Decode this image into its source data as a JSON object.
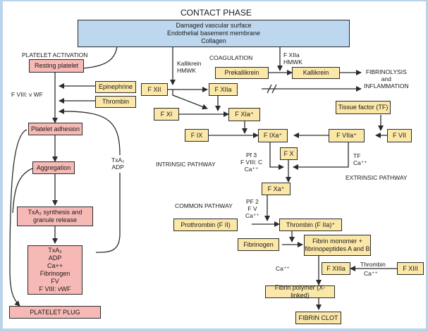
{
  "title": "CONTACT PHASE",
  "contact_box": {
    "line1": "Damaged vascular surface",
    "line2": "Endothelial basement membrane",
    "line3": "Collagen"
  },
  "section_labels": {
    "platelet_activation": "PLATELET ACTIVATION",
    "coagulation": "COAGULATION",
    "intrinsic": "INTRINSIC PATHWAY",
    "extrinsic": "EXTRINSIC PATHWAY",
    "common": "COMMON PATHWAY"
  },
  "platelet": {
    "resting": "Resting platelet",
    "epinephrine": "Epinephrine",
    "thrombin": "Thrombin",
    "fviii_vwf": "F VIII: v WF",
    "adhesion": "Platelet adhesion",
    "aggregation": "Aggregation",
    "txa2_adp": "TxA₂\nADP",
    "txa2_synthesis": "TxA₂ synthesis and\ngranule release",
    "release_products": "TxA₂\nADP\nCa++\nFibrinogen\nFV\nF VIII: vWF",
    "plug": "PLATELET PLUG"
  },
  "coagulation": {
    "kallikrein_hmwk": "Kallikrein\nHMWK",
    "fxiia_hmwk": "F XIIa\nHMWK",
    "prekallikrein": "Prekallikrein",
    "kallikrein": "Kallikrein",
    "fibrinolysis": "FIBRINOLYSIS\nand\nINFLAMMATION",
    "fxii": "F XII",
    "fxiia": "F XIIa",
    "fxi": "F XI",
    "fxia": "F XIa⁺",
    "fix": "F IX",
    "fixa": "F IXa⁺",
    "cofactors_ix": "Pf 3\nF VIII: C\nCa⁺⁺",
    "fx": "F X",
    "tissue_factor": "Tissue factor (TF)",
    "fviia": "F VIIa⁺",
    "fvii": "F VII",
    "tf_ca": "TF\nCa⁺⁺",
    "fxa": "F Xa⁺",
    "cofactors_xa": "PF 2\nF V\nCa⁺⁺",
    "prothrombin": "Prothrombin (F II)",
    "thrombin": "Thrombin (F IIa)⁺",
    "fibrinogen": "Fibrinogen",
    "fibrin_monomer": "Fibrin monomer +\nfibrinopeptides A and B",
    "ca_left": "Ca⁺⁺",
    "fxiiia": "F XIIIa",
    "thrombin_label": "Thrombin",
    "ca_fxiii": "Ca⁺⁺",
    "fxiii": "F XIII",
    "fibrin_polymer": "Fibrin polymer (X-linked)",
    "fibrin_clot": "FIBRIN CLOT"
  },
  "colors": {
    "border": "#b9d3ea",
    "contact_box": "#bcd7ee",
    "coag_box": "#fbe7a8",
    "platelet_box": "#f6b9b5",
    "line": "#2b2b2b"
  }
}
